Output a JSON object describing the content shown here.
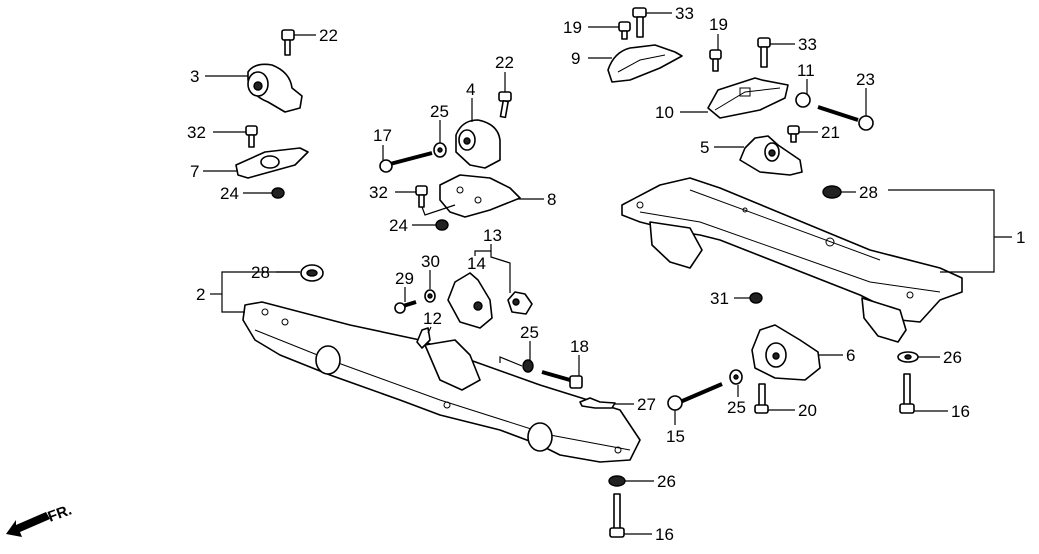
{
  "diagram": {
    "title": "Engine mount / crossmember exploded parts diagram",
    "direction_label": "FR.",
    "direction_icon": "front-arrow-icon",
    "callouts": [
      {
        "id": "1",
        "label": "1"
      },
      {
        "id": "2",
        "label": "2"
      },
      {
        "id": "3",
        "label": "3"
      },
      {
        "id": "4",
        "label": "4"
      },
      {
        "id": "5",
        "label": "5"
      },
      {
        "id": "6",
        "label": "6"
      },
      {
        "id": "7",
        "label": "7"
      },
      {
        "id": "8",
        "label": "8"
      },
      {
        "id": "9",
        "label": "9"
      },
      {
        "id": "10",
        "label": "10"
      },
      {
        "id": "11",
        "label": "11"
      },
      {
        "id": "12",
        "label": "12"
      },
      {
        "id": "13",
        "label": "13"
      },
      {
        "id": "14",
        "label": "14"
      },
      {
        "id": "15",
        "label": "15"
      },
      {
        "id": "16a",
        "label": "16"
      },
      {
        "id": "16b",
        "label": "16"
      },
      {
        "id": "17",
        "label": "17"
      },
      {
        "id": "18",
        "label": "18"
      },
      {
        "id": "19a",
        "label": "19"
      },
      {
        "id": "19b",
        "label": "19"
      },
      {
        "id": "20",
        "label": "20"
      },
      {
        "id": "21",
        "label": "21"
      },
      {
        "id": "22a",
        "label": "22"
      },
      {
        "id": "22b",
        "label": "22"
      },
      {
        "id": "23",
        "label": "23"
      },
      {
        "id": "24a",
        "label": "24"
      },
      {
        "id": "24b",
        "label": "24"
      },
      {
        "id": "25a",
        "label": "25"
      },
      {
        "id": "25b",
        "label": "25"
      },
      {
        "id": "25c",
        "label": "25"
      },
      {
        "id": "26a",
        "label": "26"
      },
      {
        "id": "26b",
        "label": "26"
      },
      {
        "id": "27",
        "label": "27"
      },
      {
        "id": "28a",
        "label": "28"
      },
      {
        "id": "28b",
        "label": "28"
      },
      {
        "id": "29",
        "label": "29"
      },
      {
        "id": "30",
        "label": "30"
      },
      {
        "id": "31",
        "label": "31"
      },
      {
        "id": "32a",
        "label": "32"
      },
      {
        "id": "32b",
        "label": "32"
      },
      {
        "id": "33a",
        "label": "33"
      },
      {
        "id": "33b",
        "label": "33"
      }
    ]
  }
}
